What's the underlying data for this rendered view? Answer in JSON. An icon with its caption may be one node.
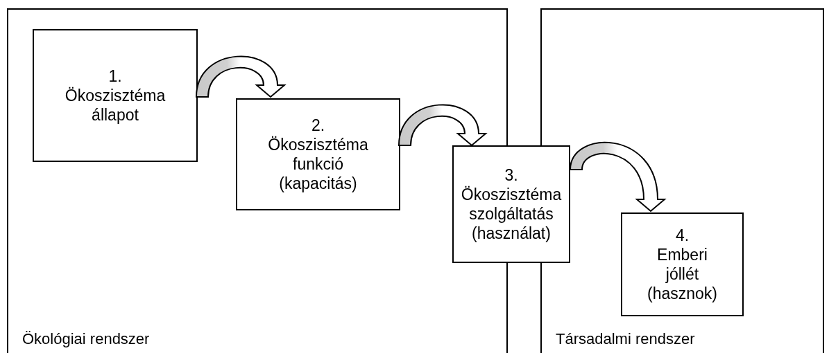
{
  "diagram": {
    "nodes": [
      {
        "text": [
          "Ökológiai rendszer"
        ]
      },
      {
        "text": [
          "1.",
          "Ökoszisztéma állapot"
        ],
        "in": 0
      },
      {
        "text": [
          "2.",
          "Ökoszisztéma funkció (kapacitás)"
        ],
        "in": 0
      },
      {
        "text": [
          "3.",
          "Ökoszisztéma szolgáltatás (használat)"
        ]
      },
      {
        "text": [
          "Társadalmi rendszer"
        ]
      },
      {
        "text": [
          "4.",
          "Emberi jóllét (hasznok)"
        ],
        "in": 4
      }
    ],
    "edges": [
      {
        "from": 1,
        "to": 2,
        "arrow": "to"
      },
      {
        "from": 2,
        "to": 3,
        "arrow": "to"
      },
      {
        "from": 3,
        "to": 5,
        "arrow": "to"
      }
    ]
  }
}
